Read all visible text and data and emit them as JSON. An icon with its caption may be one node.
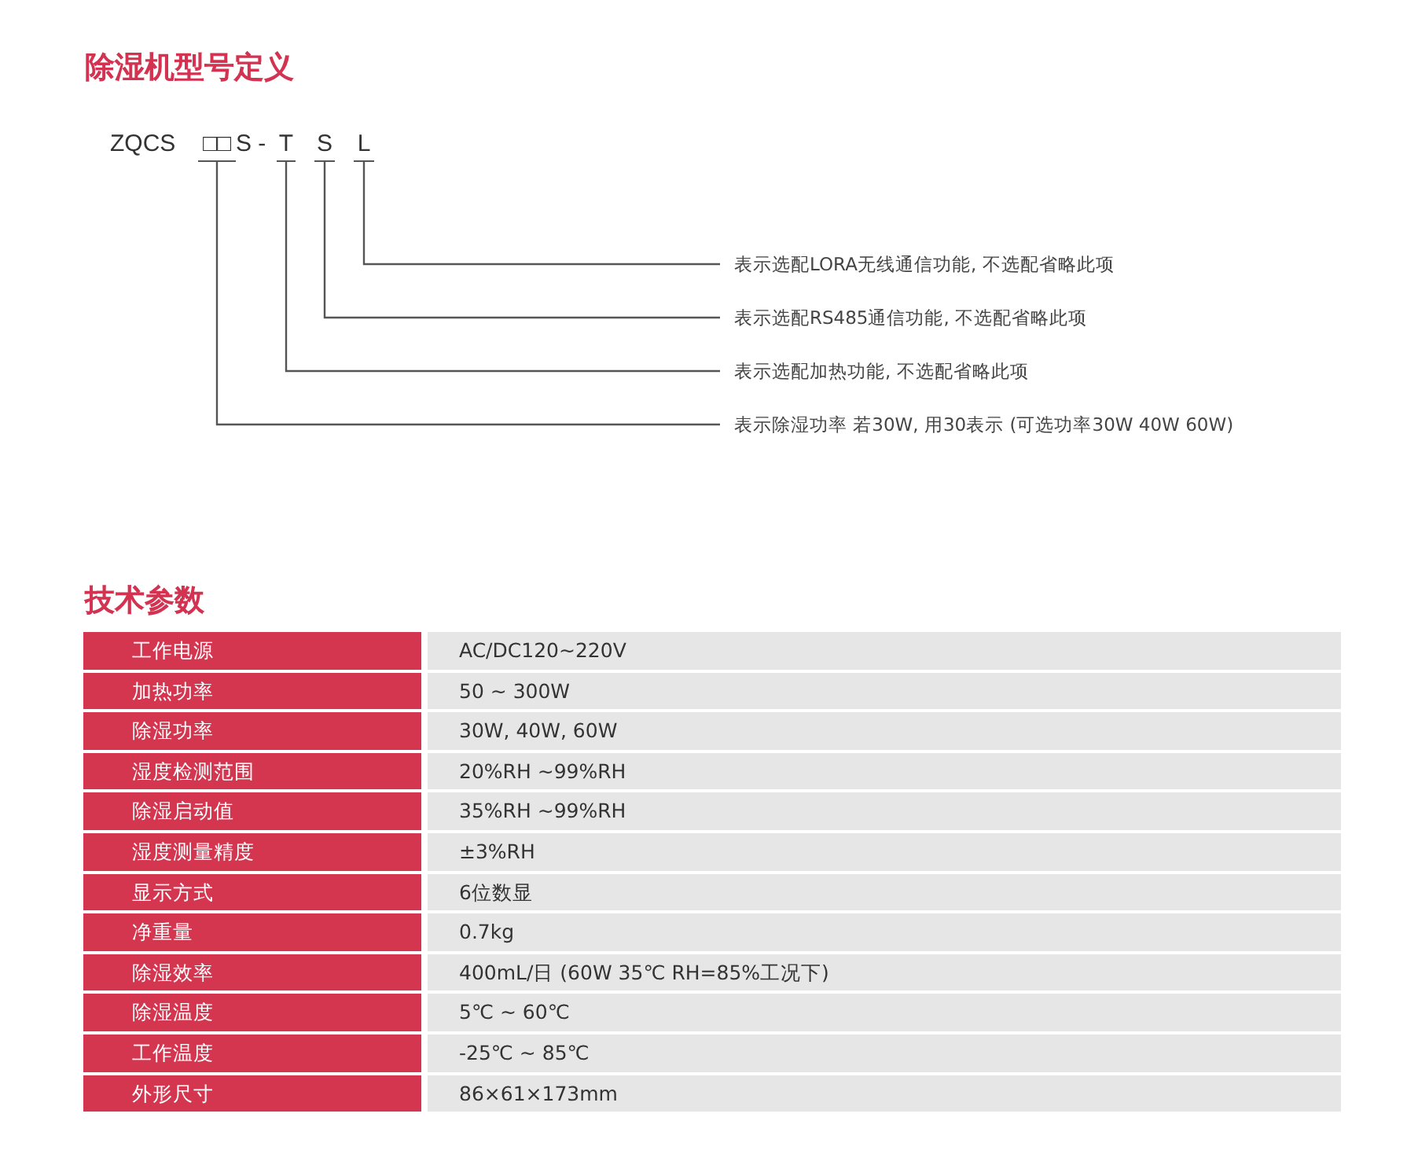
{
  "diagram": {
    "title": "除湿机型号定义",
    "nodes": [
      {
        "text": [
          "□□"
        ]
      },
      {
        "text": [
          "T"
        ]
      },
      {
        "text": [
          "S"
        ]
      },
      {
        "text": [
          "L"
        ]
      },
      {
        "text": [
          "表示选配LORA无线通信功能, 不选配省略此项"
        ]
      },
      {
        "text": [
          "表示选配RS485通信功能, 不选配省略此项"
        ]
      },
      {
        "text": [
          "表示选配加热功能, 不选配省略此项"
        ]
      },
      {
        "text": [
          "表示除湿功率 若30W, 用30表示 (可选功率30W  40W  60W)"
        ]
      }
    ],
    "edges": [
      {
        "from": 4,
        "to": 3,
        "arrow": "none"
      },
      {
        "from": 5,
        "to": 2,
        "arrow": "none"
      },
      {
        "from": 6,
        "to": 1,
        "arrow": "none"
      },
      {
        "from": 7,
        "to": 0,
        "arrow": "none"
      }
    ],
    "labels": [
      "ZQCS",
      "S -",
      "技术参数",
      "工作电源",
      "AC/DC120~220V",
      "加热功率",
      "50 ~ 300W",
      "除湿功率",
      "30W, 40W, 60W",
      "湿度检测范围",
      "20%RH ~99%RH",
      "除湿启动值",
      "35%RH ~99%RH",
      "湿度测量精度",
      "±3%RH",
      "显示方式",
      "6位数显",
      "净重量",
      "0.7kg",
      "除湿效率",
      "400mL/日 (60W 35℃ RH=85%工况下)",
      "除湿温度",
      "5℃ ~ 60℃",
      "工作温度",
      "-25℃ ~ 85℃",
      "外形尺寸",
      "86×61×173mm"
    ]
  }
}
